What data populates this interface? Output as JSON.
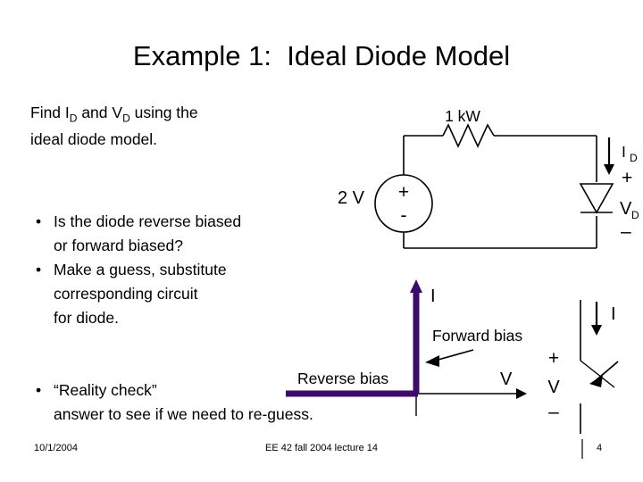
{
  "slide": {
    "title": "Example 1:  Ideal Diode Model",
    "accent_color": "#3d0a6e",
    "line_color": "#000000",
    "background": "#ffffff"
  },
  "prompt": {
    "line1_pre": "Find I",
    "line1_sub1": "D",
    "line1_mid": " and V",
    "line1_sub2": "D",
    "line1_post": " using the",
    "line2": "ideal diode model."
  },
  "bullets": {
    "dot": "•",
    "items": [
      {
        "line1": "Is the diode reverse biased",
        "line2": "or forward biased?"
      },
      {
        "line1": "Make a guess, substitute",
        "line2": "corresponding circuit",
        "line3": "for diode."
      }
    ],
    "reality": {
      "line1": "“Reality check”",
      "line2": "answer to see if we need to re-guess."
    }
  },
  "circuit": {
    "resistor_label": "1 kW",
    "source_label": "2 V",
    "source_plus": "+",
    "source_minus": "-",
    "current_label": "I",
    "current_label_sub": "D",
    "voltage_label": "V",
    "voltage_label_sub": "D",
    "voltage_plus": "+",
    "voltage_minus": "–"
  },
  "iv_plot": {
    "axis_i_label": "I",
    "axis_v_label": "V",
    "forward_bias_label": "Forward bias",
    "reverse_bias_label": "Reverse bias",
    "curve_color": "#3d0a6e"
  },
  "switch_model": {
    "current_label": "I",
    "plus": "+",
    "voltage_label": "V",
    "minus": "–"
  },
  "footer": {
    "date": "10/1/2004",
    "center": "EE 42 fall 2004 lecture 14",
    "page": "4"
  }
}
